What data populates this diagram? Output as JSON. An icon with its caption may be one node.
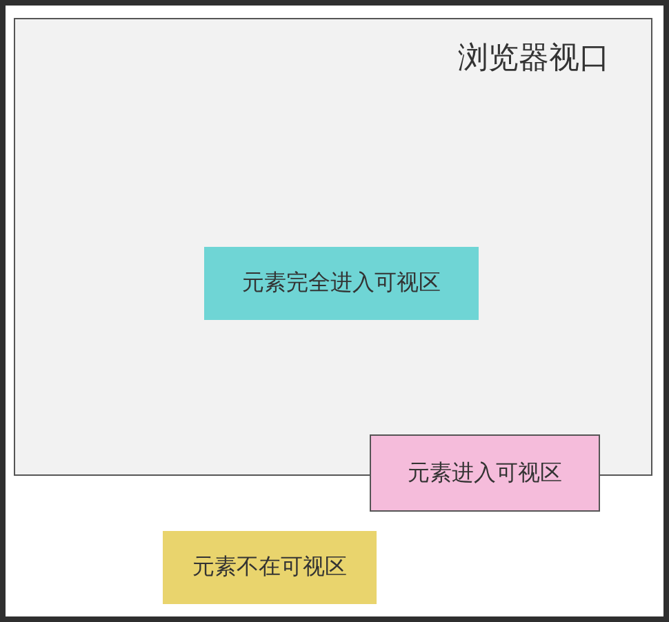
{
  "diagram": {
    "nodes": [
      {
        "text": [
          "浏览器视口"
        ]
      },
      {
        "text": [
          "元素完全进入可视区"
        ],
        "in": 0
      },
      {
        "text": [
          "元素进入可视区"
        ]
      },
      {
        "text": [
          "元素不在可视区"
        ]
      }
    ]
  }
}
